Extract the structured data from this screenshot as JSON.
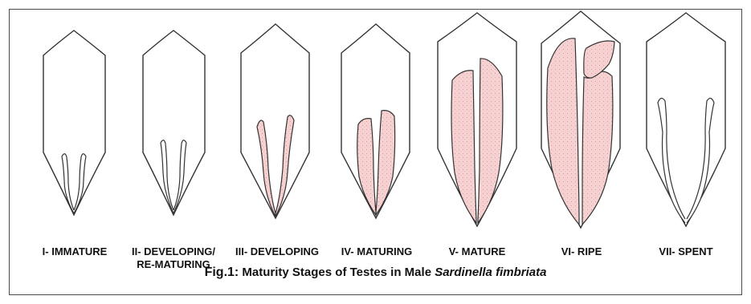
{
  "stages": [
    {
      "id": "I",
      "label": "I- IMMATURE",
      "label2": ""
    },
    {
      "id": "II",
      "label": "II- DEVELOPING/",
      "label2": "RE-MATURING"
    },
    {
      "id": "III",
      "label": "III- DEVELOPING",
      "label2": ""
    },
    {
      "id": "IV",
      "label": "IV- MATURING",
      "label2": ""
    },
    {
      "id": "V",
      "label": "V- MATURE",
      "label2": ""
    },
    {
      "id": "VI",
      "label": "VI- RIPE",
      "label2": ""
    },
    {
      "id": "VII",
      "label": "VII- SPENT",
      "label2": ""
    }
  ],
  "caption": {
    "prefix": "Fig.1:",
    "text": " Maturity Stages of Testes in Male ",
    "species": "Sardinella fimbriata"
  },
  "colors": {
    "outline": "#333333",
    "gonad_fill": "#f7d2d2",
    "border": "#4a4a4a"
  }
}
